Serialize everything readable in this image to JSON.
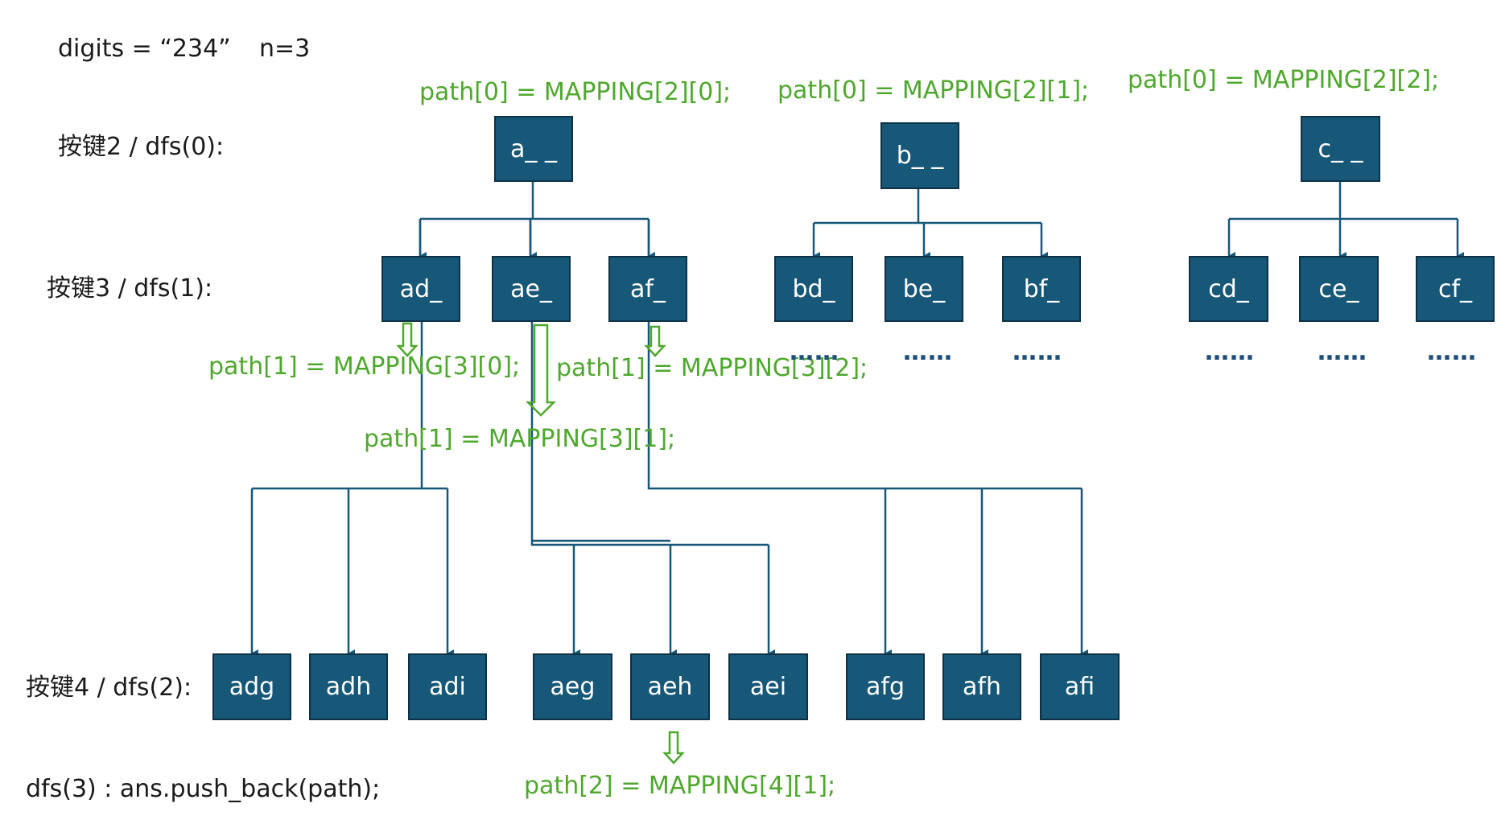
{
  "header": {
    "digits": "digits = “234”",
    "n": "n=3"
  },
  "levels": {
    "l0": "按键2 / dfs(0):",
    "l1": "按键3 / dfs(1):",
    "l2": "按键4 / dfs(2):",
    "l3": "dfs(3) : ans.push_back(path);"
  },
  "annotations": {
    "a0": "path[0] = MAPPING[2][0];",
    "b0": "path[0] = MAPPING[2][1];",
    "c0": "path[0] = MAPPING[2][2];",
    "p10": "path[1] = MAPPING[3][0];",
    "p12": "path[1] = MAPPING[3][2];",
    "p11": "path[1] = MAPPING[3][1];",
    "p21": "path[2] = MAPPING[4][1];"
  },
  "nodes": {
    "a": "a_ _",
    "b": "b_ _",
    "c": "c_ _",
    "ad": "ad_",
    "ae": "ae_",
    "af": "af_",
    "bd": "bd_",
    "be": "be_",
    "bf": "bf_",
    "cd": "cd_",
    "ce": "ce_",
    "cf": "cf_",
    "adg": "adg",
    "adh": "adh",
    "adi": "adi",
    "aeg": "aeg",
    "aeh": "aeh",
    "aei": "aei",
    "afg": "afg",
    "afh": "afh",
    "afi": "afi"
  },
  "ellipsis": "……",
  "colors": {
    "node_fill": "#175778",
    "edge": "#175778",
    "annotation": "#4fa82e"
  }
}
